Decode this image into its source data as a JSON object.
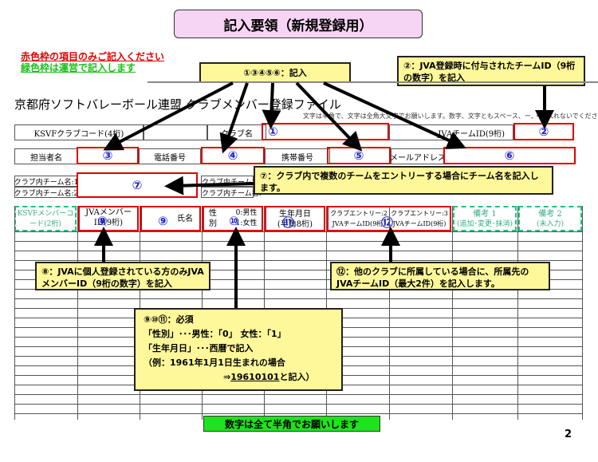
{
  "title": "記入要領（新規登録用）",
  "notes": {
    "red": "赤色枠の項目のみご記入ください",
    "green": "緑色枠は運営で記入します"
  },
  "callouts": {
    "c1": "①③④⑤⑥：記入",
    "c2": "②：JVA登録時に付与されたチームID（9桁の数字）を記入",
    "c7": "⑦：クラブ内で複数のチームをエントリーする場合にチーム名を記入します。",
    "c8": "⑧：JVAに個人登録されている方のみJVAメンバーID（9桁の数字）を記入",
    "c12": "⑫：他のクラブに所属している場合に、所属先のJVAチームID（最大2件）を記入します。",
    "c9": {
      "line1": "⑨⑩⑪：必須",
      "line2": "「性別」･･･男性：「0」 女性：「1」",
      "line3": "「生年月日」･･･西暦で記入",
      "line4": "（例：1961年1月1日生まれの場合",
      "line5_prefix": "⇒",
      "line5_value": "19610101",
      "line5_suffix": "と記入）"
    }
  },
  "form": {
    "heading": "京都府ソフトバレーボール連盟 クラブメンバー登録ファイル",
    "small_note": "文字は半角で、文字は全角大文字でお願いします。数字、文字ともスペース、ー、・は入れないでください。",
    "row1": {
      "code_label": "KSVFクラブコード(4桁)",
      "club_label": "クラブ名",
      "jva_label": "JVAチームID(9桁)"
    },
    "row2": {
      "person_label": "担当者名",
      "phone_label": "電話番号",
      "mobile_label": "携帯番号",
      "mail_label": "メールアドレス"
    },
    "row3": {
      "team1_label": "クラブ内チーム名:1",
      "team2_label": "クラブ内チーム名:2",
      "team1_right": "クラブ内チーム名:",
      "team2_right": "クラブ内チーム名:"
    },
    "header": {
      "ksvf_member": "KSVFメンバーコード(2桁)",
      "jva_member": "JVAメンバーID(9桁)",
      "name": "氏名",
      "gender": "性別",
      "gender_code": "0:男性 1:女性",
      "birth": "生年月日",
      "birth_sub": "(半角8桁)",
      "entry1": "クラブエントリー:2 JVAチームID(9桁)",
      "entry2": "クラブエントリー:3 JVAチームID(9桁)",
      "note1": "備考 1",
      "note1_sub": "(追加･変更･抹消)",
      "note2": "備考 2",
      "note2_sub": "(未入力)"
    }
  },
  "markers": [
    "①",
    "②",
    "③",
    "④",
    "⑤",
    "⑥",
    "⑦",
    "⑧",
    "⑨",
    "⑩",
    "⑪",
    "⑫"
  ],
  "footer": {
    "note": "数字は全て半角でお願いします",
    "page": "2"
  },
  "colors": {
    "red": "#e00000",
    "green": "#19c019",
    "callout": "#fff89a",
    "title_bg": "#f6d4f3",
    "marker": "#1d1dcc"
  }
}
